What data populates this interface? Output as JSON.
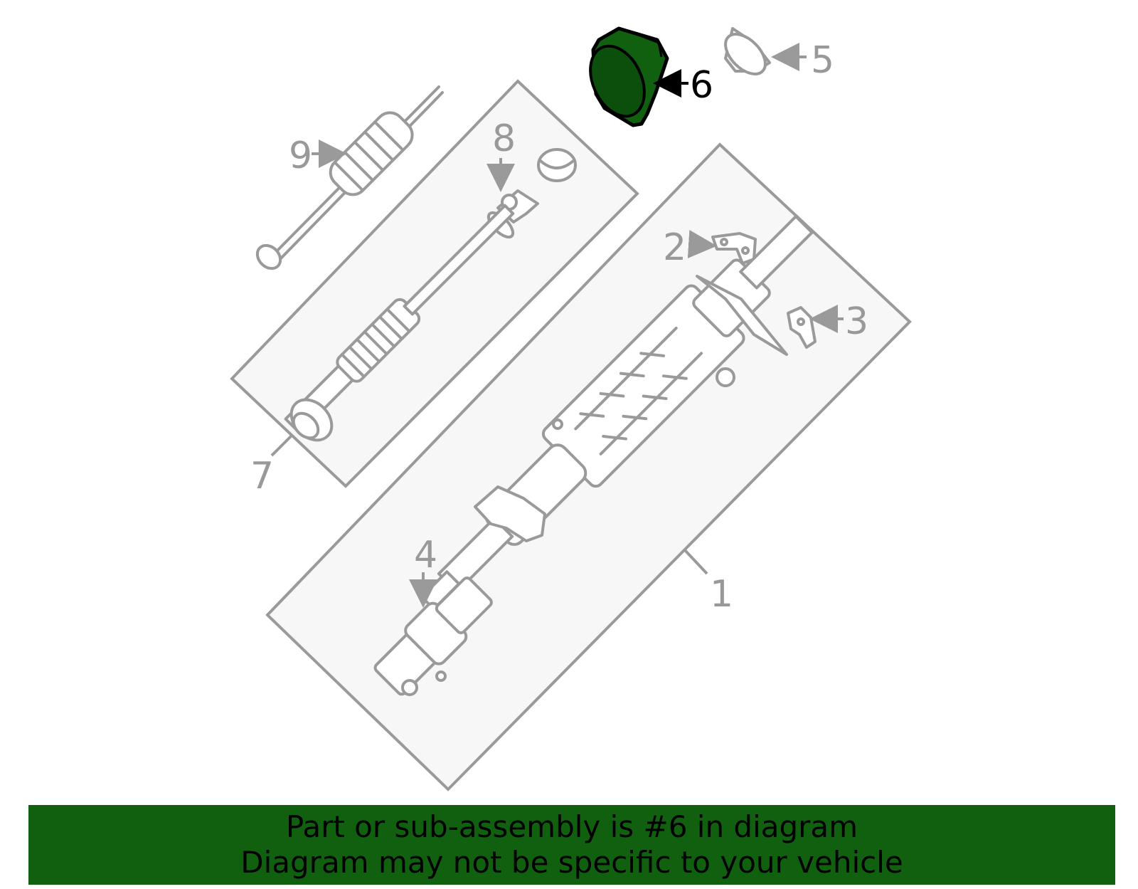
{
  "callouts": {
    "c1": "1",
    "c2": "2",
    "c3": "3",
    "c4": "4",
    "c5": "5",
    "c6": "6",
    "c7": "7",
    "c8": "8",
    "c9": "9"
  },
  "highlighted_part": "6",
  "banner": {
    "line1": "Part or sub-assembly is #6 in diagram",
    "line2": "Diagram may not be specific to your vehicle"
  },
  "colors": {
    "highlight": "#106010",
    "line": "#9a9a9a",
    "box_fill": "#f7f7f7"
  }
}
